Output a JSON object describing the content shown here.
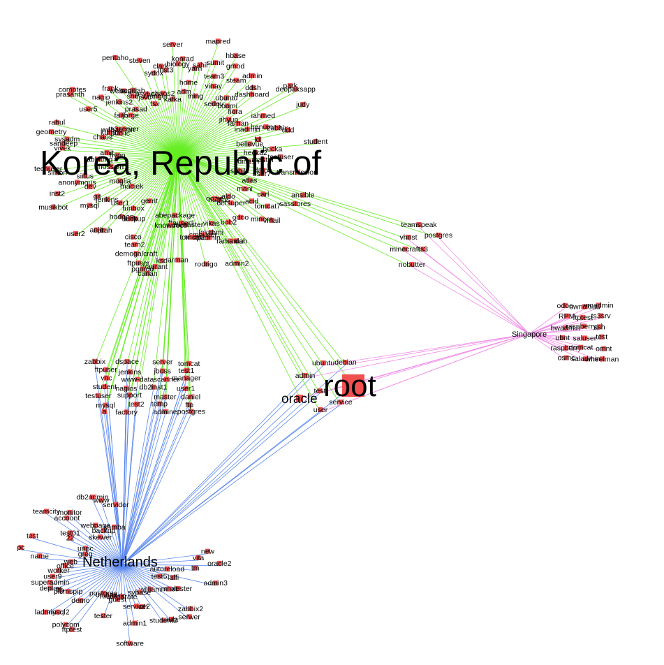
{
  "hubs": {
    "korea": "Korea, Republic of",
    "netherlands": "Netherlands",
    "singapore": "Singapore",
    "root": "root",
    "oracle": "oracle"
  },
  "korea_users": [
    "biology",
    "konrad",
    "adm",
    "home",
    "yarn",
    "sahil",
    "ming",
    "mapred",
    "sumit",
    "team3",
    "vinay",
    "hbase",
    "gmod",
    "sedev",
    "steam",
    "ubuntu",
    "admin",
    "boomi",
    "ddsh",
    "dashboard",
    "fiora",
    "jihyun",
    "park",
    "deepaksapp",
    "farhan",
    "iahmed",
    "judy",
    "inadmin",
    "hanuman",
    "zabbix",
    "ddd",
    "ldl",
    "bellevue",
    "student",
    "hecka",
    "hecka2",
    "testuser",
    "master",
    "dinesh",
    "transmission",
    "datos",
    "user7",
    "sahil1",
    "ansible",
    "atlas",
    "sasstores",
    "carl",
    "mani",
    "tomcat7",
    "acid",
    "vmail",
    "minera",
    "aldo",
    "defsuper",
    "odoo",
    "nagios",
    "oozie",
    "bob2",
    "london",
    "ramanlal",
    "admin2",
    "vikas",
    "lakshmi",
    "padmin",
    "smbuser",
    "rodrigo",
    "test02",
    "tomcat",
    "postmaster",
    "ftpuser1",
    "arman",
    "abepackage",
    "knowdocs",
    "ksd",
    "vagrant",
    "canan",
    "pgmod",
    "ftpuser",
    "demogalcraft",
    "team2",
    "cisco",
    "gerrit",
    "lookup",
    "uucp",
    "funbox",
    "hadoop",
    "sarah",
    "anjit",
    "user1",
    "user2",
    "maciek",
    "jenkins",
    "mysql",
    "git",
    "moglia",
    "musikbot",
    "dev",
    "inst2",
    "anonymous",
    "sinus",
    "hossain",
    "simon",
    "techuser",
    "rabbitmq",
    "hyon",
    "amit",
    "vivek",
    "sandeep",
    "sysadm",
    "geometry",
    "chaos",
    "rahul",
    "kunal",
    "public",
    "webadmin",
    "ts3server",
    "user5",
    "prasanth",
    "comptes",
    "faith",
    "nagio",
    "jorge",
    "jenkins2",
    "frank",
    "prasad",
    "webuser",
    "shd",
    "ccgitlab",
    "pentaho",
    "jsvc",
    "psybnc",
    "fsx",
    "steven",
    "ranger",
    "sydox",
    "chaos2",
    "clark",
    "inst3",
    "kafka",
    "server"
  ],
  "netherlands_users": [
    "new",
    "vita",
    "oracle2",
    "tm",
    "autoreload",
    "admin3",
    "laffi",
    "test5",
    "molester",
    "mnet",
    "zabbix2",
    "serwer",
    "william",
    "aula",
    "student2",
    "sybase",
    "noh",
    "service2",
    "admin1",
    "software",
    "corporate",
    "guest",
    "usuario",
    "tester",
    "upload",
    "postgrey",
    "ftptest",
    "polycom",
    "demo",
    "mysql2",
    "ladmin",
    "plcmspip",
    "ftp",
    "deploy",
    "superadmin",
    "user9",
    "worker",
    "office",
    "web",
    "name",
    "pc",
    "greg",
    "test",
    "unpc",
    "22",
    "test01",
    "teamcity",
    "account",
    "monitor",
    "skewer",
    "webpage",
    "backup",
    "db2admin",
    "www",
    "samba",
    "servidor"
  ],
  "shared_kn_users": [
    "zabbix",
    "dspace",
    "server",
    "tomcat",
    "ftpuser",
    "jenkins",
    "jboss",
    "test1",
    "vnc",
    "www-data",
    "scanner",
    "manager",
    "student",
    "nagios",
    "db2inst1",
    "user1",
    "testuser",
    "support",
    "master",
    "daniel",
    "mysql",
    "test2",
    "temp",
    "ftp",
    "a",
    "factory",
    "admine",
    "postgres"
  ],
  "singapore_users": [
    "odoo",
    "owncloud",
    "vmadmin",
    "RPM",
    "ftptest",
    "ts3srv",
    "bwadmin",
    "raspberrypi",
    "ssh",
    "ubnt",
    "saluser",
    "test",
    "raspberry",
    "rtomcat",
    "omnt",
    "osmc",
    "saladmin",
    "wheelman"
  ],
  "shared_ks_users": [
    "teamspeak",
    "postgres",
    "vhost",
    "minecraft",
    "ts3",
    "nobutter"
  ],
  "root_cluster": [
    "ubuntu",
    "debian",
    "admin",
    "test",
    "service",
    "user"
  ],
  "colors": {
    "korea_edges": "#66ee22",
    "singapore_edges": "#f08ae8",
    "netherlands_edges": "#5b88ee",
    "node": "#f05050"
  }
}
